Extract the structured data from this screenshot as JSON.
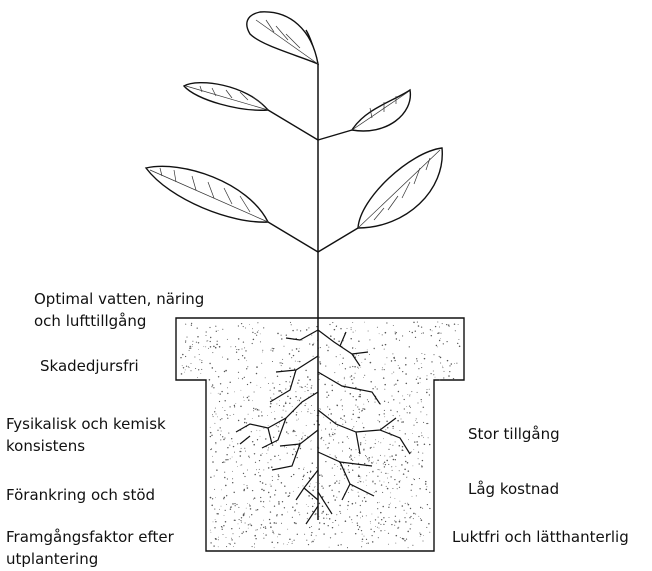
{
  "diagram": {
    "left_labels": [
      {
        "id": "optimal",
        "lines": [
          "Optimal vatten, näring",
          "och lufttillgång"
        ]
      },
      {
        "id": "skadedjursfri",
        "lines": [
          "Skadedjursfri"
        ]
      },
      {
        "id": "fysikalisk",
        "lines": [
          "Fysikalisk och kemisk",
          "konsistens"
        ]
      },
      {
        "id": "forankring",
        "lines": [
          "Förankring och stöd"
        ]
      },
      {
        "id": "framgangsfaktor",
        "lines": [
          "Framgångsfaktor efter",
          "utplantering"
        ]
      }
    ],
    "right_labels": [
      {
        "id": "stor-tillgang",
        "lines": [
          "Stor tillgång"
        ]
      },
      {
        "id": "lag-kostnad",
        "lines": [
          "Låg kostnad"
        ]
      },
      {
        "id": "luktfri",
        "lines": [
          "Luktfri och lätthanterlig"
        ]
      }
    ],
    "colors": {
      "ink": "#111111",
      "soil_dots": "#555555",
      "leaf_vein": "#333333"
    },
    "icons": [
      "plant-illustration",
      "flower-pot-icon",
      "soil-texture",
      "root-system"
    ]
  }
}
